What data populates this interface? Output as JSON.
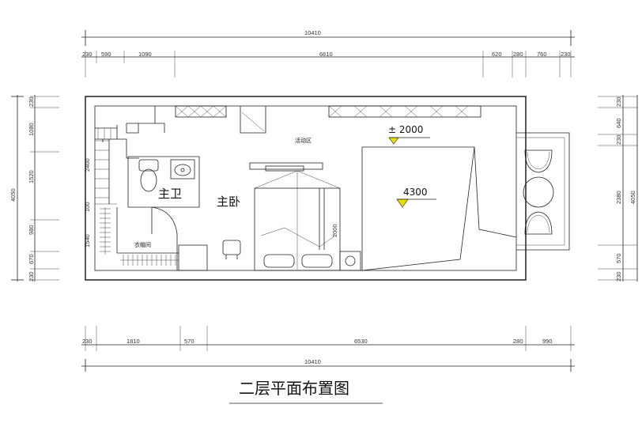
{
  "title": "二层平面布置图",
  "dims": {
    "top_total": "10410",
    "top_segments": [
      "230",
      "590",
      "1090",
      "6610",
      "620",
      "280",
      "760",
      "230"
    ],
    "bottom_total": "10410",
    "bottom_segments": [
      "230",
      "1810",
      "570",
      "6530",
      "280",
      "990"
    ],
    "left_total": "4050",
    "left_segments": [
      "230",
      "1080",
      "2400",
      "1520",
      "100",
      "980",
      "1540",
      "670",
      "230"
    ],
    "right_total": "4050",
    "right_segments": [
      "230",
      "640",
      "230",
      "2380",
      "570",
      "230"
    ]
  },
  "rooms": {
    "master_bath": "主卫",
    "master_bedroom": "主卧",
    "closet": "衣帽间",
    "activity_area": "活动区"
  },
  "levels": {
    "level_a": "± 2000",
    "level_b": "4300"
  },
  "bed_length": "2000",
  "colors": {
    "line": "#222222",
    "marker": "#e8e000"
  }
}
